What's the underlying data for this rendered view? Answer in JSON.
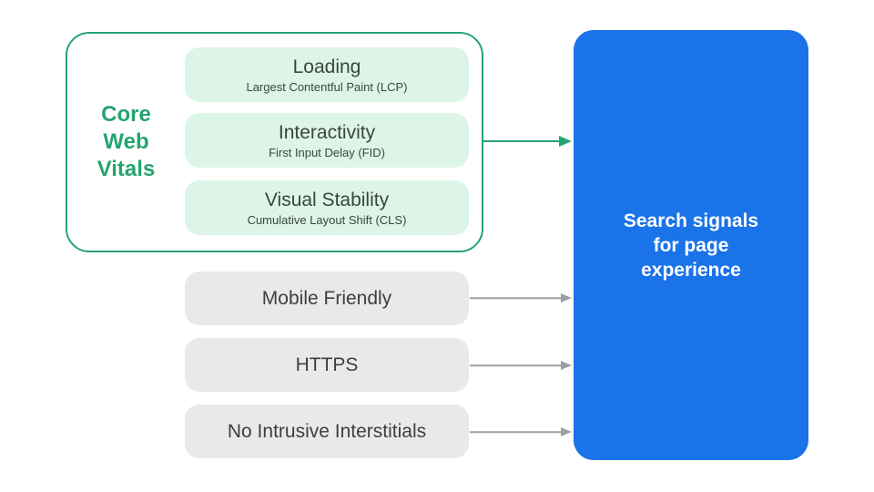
{
  "colors": {
    "green_accent": "#26A375",
    "green_label_text": "#24A46F",
    "green_card_fill": "#DCF5E7",
    "green_card_text": "#3A453E",
    "gray_card_fill": "#E9E9EA",
    "gray_card_text": "#3C4043",
    "gray_arrow": "#9AA0A6",
    "blue_panel_fill": "#1A73E8",
    "blue_panel_text": "#FFFFFF",
    "background": "#FFFFFF"
  },
  "diagram": {
    "core_web_vitals": {
      "label": "Core\nWeb\nVitals",
      "items": [
        {
          "title": "Loading",
          "subtitle": "Largest Contentful Paint (LCP)"
        },
        {
          "title": "Interactivity",
          "subtitle": "First Input Delay (FID)"
        },
        {
          "title": "Visual Stability",
          "subtitle": "Cumulative Layout Shift (CLS)"
        }
      ]
    },
    "other_signals": [
      {
        "label": "Mobile Friendly"
      },
      {
        "label": "HTTPS"
      },
      {
        "label": "No Intrusive Interstitials"
      }
    ],
    "result_panel": {
      "label": "Search signals\nfor page\nexperience"
    }
  }
}
